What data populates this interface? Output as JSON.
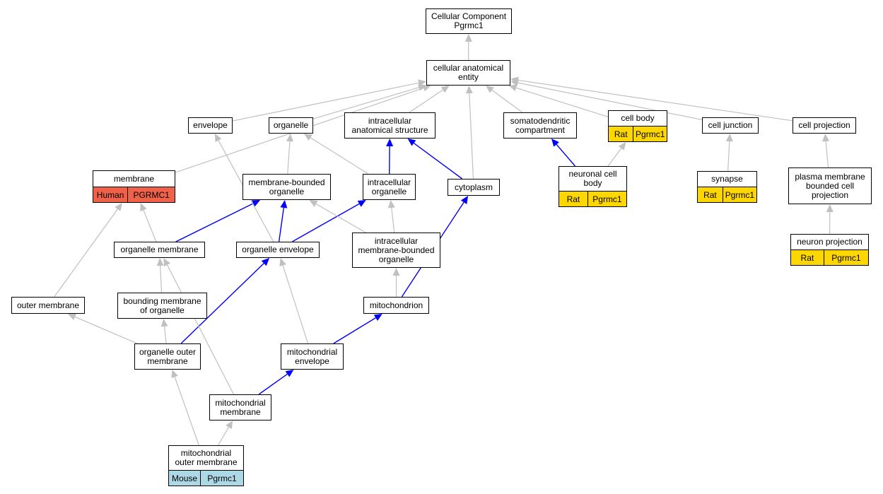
{
  "colors": {
    "is_a_edge": "#c0c0c0",
    "part_of_edge": "#0000ff",
    "Human": "#f0614a",
    "Rat": "#ffd700",
    "Mouse": "#add8e6"
  },
  "nodes": {
    "root": {
      "label": "Cellular Component\nPgrmc1"
    },
    "cae": {
      "label": "cellular anatomical\nentity"
    },
    "envelope": {
      "label": "envelope"
    },
    "organelle": {
      "label": "organelle"
    },
    "ias": {
      "label": "intracellular\nanatomical structure"
    },
    "somato": {
      "label": "somatodendritic\ncompartment"
    },
    "cellbody": {
      "label": "cell body",
      "species": "Rat",
      "gene": "Pgrmc1"
    },
    "junction": {
      "label": "cell junction"
    },
    "projection": {
      "label": "cell projection"
    },
    "membrane": {
      "label": "membrane",
      "species": "Human",
      "gene": "PGRMC1"
    },
    "mbo": {
      "label": "membrane-bounded\norganelle"
    },
    "io": {
      "label": "intracellular\norganelle"
    },
    "cytoplasm": {
      "label": "cytoplasm"
    },
    "ncb": {
      "label": "neuronal cell\nbody",
      "species": "Rat",
      "gene": "Pgrmc1"
    },
    "synapse": {
      "label": "synapse",
      "species": "Rat",
      "gene": "Pgrmc1"
    },
    "pmbcp": {
      "label": "plasma membrane\nbounded cell\nprojection"
    },
    "neuproj": {
      "label": "neuron projection",
      "species": "Rat",
      "gene": "Pgrmc1"
    },
    "orgmem": {
      "label": "organelle membrane"
    },
    "orgenv": {
      "label": "organelle envelope"
    },
    "imbo": {
      "label": "intracellular\nmembrane-bounded\norganelle"
    },
    "outer": {
      "label": "outer membrane"
    },
    "bmo": {
      "label": "bounding membrane\nof organelle"
    },
    "mito": {
      "label": "mitochondrion"
    },
    "oom": {
      "label": "organelle outer\nmembrane"
    },
    "mitoenv": {
      "label": "mitochondrial\nenvelope"
    },
    "mitomem": {
      "label": "mitochondrial\nmembrane"
    },
    "mom": {
      "label": "mitochondrial\nouter membrane",
      "species": "Mouse",
      "gene": "Pgrmc1"
    }
  },
  "edges": [
    {
      "from": "cae",
      "to": "root",
      "rel": "is_a"
    },
    {
      "from": "envelope",
      "to": "cae",
      "rel": "is_a"
    },
    {
      "from": "organelle",
      "to": "cae",
      "rel": "is_a"
    },
    {
      "from": "ias",
      "to": "cae",
      "rel": "is_a"
    },
    {
      "from": "somato",
      "to": "cae",
      "rel": "is_a"
    },
    {
      "from": "cellbody",
      "to": "cae",
      "rel": "is_a"
    },
    {
      "from": "junction",
      "to": "cae",
      "rel": "is_a"
    },
    {
      "from": "projection",
      "to": "cae",
      "rel": "is_a"
    },
    {
      "from": "membrane",
      "to": "cae",
      "rel": "is_a"
    },
    {
      "from": "cytoplasm",
      "to": "cae",
      "rel": "is_a"
    },
    {
      "from": "mbo",
      "to": "organelle",
      "rel": "is_a"
    },
    {
      "from": "io",
      "to": "organelle",
      "rel": "is_a"
    },
    {
      "from": "io",
      "to": "ias",
      "rel": "part_of"
    },
    {
      "from": "cytoplasm",
      "to": "ias",
      "rel": "part_of"
    },
    {
      "from": "ncb",
      "to": "somato",
      "rel": "part_of"
    },
    {
      "from": "ncb",
      "to": "cellbody",
      "rel": "is_a"
    },
    {
      "from": "synapse",
      "to": "junction",
      "rel": "is_a"
    },
    {
      "from": "pmbcp",
      "to": "projection",
      "rel": "is_a"
    },
    {
      "from": "neuproj",
      "to": "pmbcp",
      "rel": "is_a"
    },
    {
      "from": "orgmem",
      "to": "membrane",
      "rel": "is_a"
    },
    {
      "from": "orgmem",
      "to": "mbo",
      "rel": "part_of"
    },
    {
      "from": "orgenv",
      "to": "envelope",
      "rel": "is_a"
    },
    {
      "from": "orgenv",
      "to": "mbo",
      "rel": "part_of"
    },
    {
      "from": "orgenv",
      "to": "io",
      "rel": "part_of"
    },
    {
      "from": "imbo",
      "to": "mbo",
      "rel": "is_a"
    },
    {
      "from": "imbo",
      "to": "io",
      "rel": "is_a"
    },
    {
      "from": "outer",
      "to": "membrane",
      "rel": "is_a"
    },
    {
      "from": "bmo",
      "to": "orgmem",
      "rel": "is_a"
    },
    {
      "from": "mito",
      "to": "imbo",
      "rel": "is_a"
    },
    {
      "from": "mito",
      "to": "cytoplasm",
      "rel": "part_of"
    },
    {
      "from": "oom",
      "to": "outer",
      "rel": "is_a"
    },
    {
      "from": "oom",
      "to": "bmo",
      "rel": "is_a"
    },
    {
      "from": "oom",
      "to": "orgenv",
      "rel": "part_of"
    },
    {
      "from": "mitoenv",
      "to": "orgenv",
      "rel": "is_a"
    },
    {
      "from": "mitoenv",
      "to": "mito",
      "rel": "part_of"
    },
    {
      "from": "mitomem",
      "to": "orgmem",
      "rel": "is_a"
    },
    {
      "from": "mitomem",
      "to": "mitoenv",
      "rel": "part_of"
    },
    {
      "from": "mom",
      "to": "oom",
      "rel": "is_a"
    },
    {
      "from": "mom",
      "to": "mitomem",
      "rel": "is_a"
    }
  ]
}
